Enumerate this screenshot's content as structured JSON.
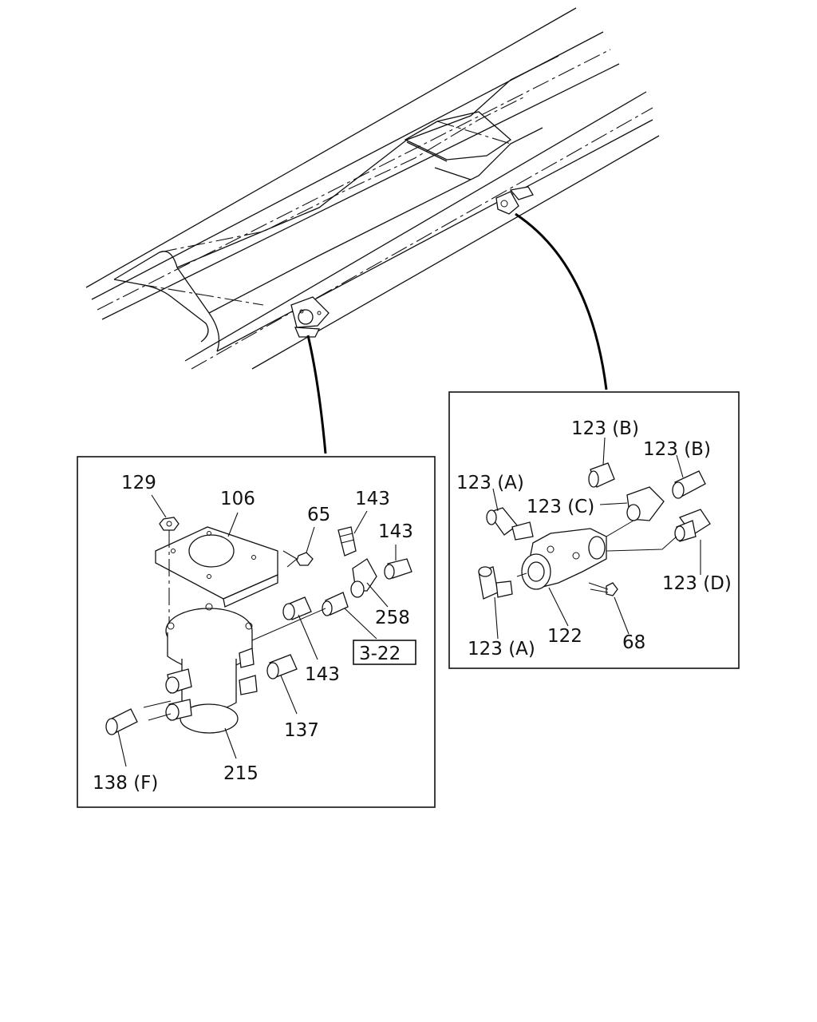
{
  "callouts": {
    "left": {
      "c129": "129",
      "c106": "106",
      "c65": "65",
      "c143_top": "143",
      "c143_right": "143",
      "c143_mid": "143",
      "c258": "258",
      "ref_3_22": "3-22",
      "c137": "137",
      "c215": "215",
      "c138f": "138 (F)"
    },
    "right": {
      "c123b_left": "123 (B)",
      "c123b_right": "123 (B)",
      "c123a_top": "123 (A)",
      "c123c": "123 (C)",
      "c123d": "123 (D)",
      "c123a_bottom": "123 (A)",
      "c122": "122",
      "c68": "68"
    }
  }
}
